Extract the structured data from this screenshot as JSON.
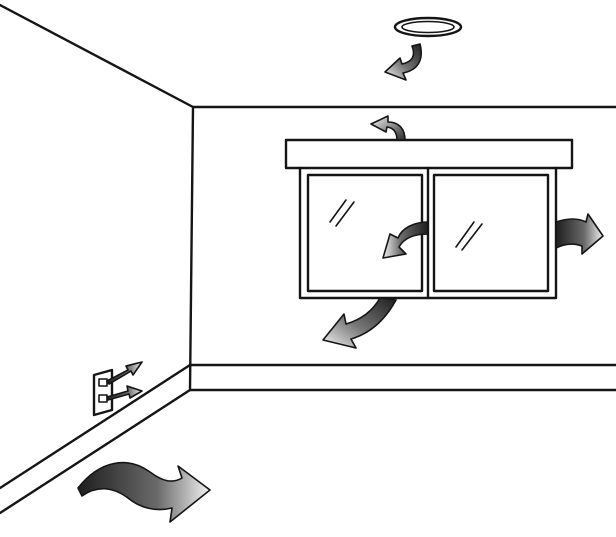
{
  "illustration": {
    "subject": "air-leak-points-in-room",
    "leak_locations": [
      "ceiling-light",
      "window-header",
      "window-frame",
      "window-sill",
      "wall-outlet",
      "baseboard"
    ]
  },
  "colors": {
    "line": "#151515",
    "background": "#ffffff",
    "arrow_dark": "#2a2a2a",
    "arrow_light": "#f4f4f4"
  }
}
